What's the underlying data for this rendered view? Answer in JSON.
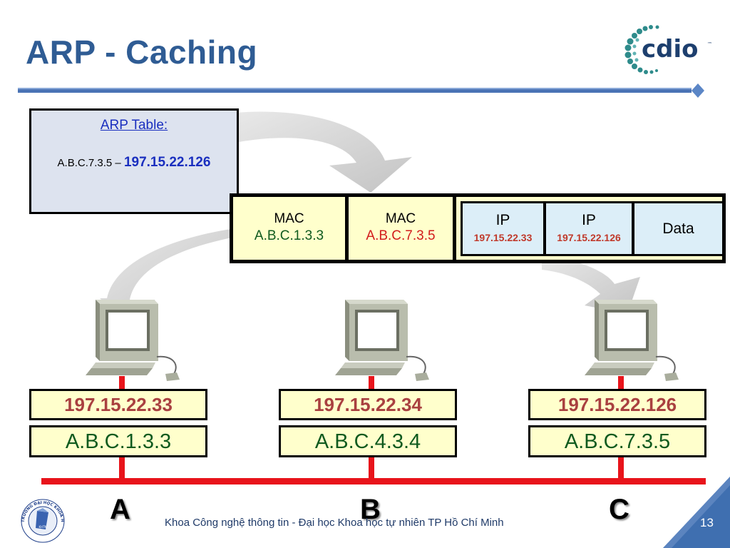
{
  "slide": {
    "title": "ARP - Caching",
    "footer": "Khoa Công nghệ thông tin - Đại học Khoa học tự nhiên TP Hồ Chí Minh",
    "page_number": "13"
  },
  "logos": {
    "cdio_text": "cdio",
    "cdio_tm": "™",
    "university_seal": "TRƯỜNG ĐẠI HỌC KHOA HỌC TỰ NHIÊN • TP. HỒ CHÍ MINH • KHTN"
  },
  "arp_table": {
    "title": "ARP Table:",
    "entry_mac": "A.B.C.7.3.5 – ",
    "entry_ip": "197.15.22.126"
  },
  "frame": {
    "src_mac_label": "MAC",
    "src_mac": "A.B.C.1.3.3",
    "dst_mac_label": "MAC",
    "dst_mac": "A.B.C.7.3.5",
    "src_ip_label": "IP",
    "src_ip": "197.15.22.33",
    "dst_ip_label": "IP",
    "dst_ip": "197.15.22.126",
    "data_label": "Data"
  },
  "hosts": [
    {
      "label": "A",
      "ip": "197.15.22.33",
      "mac": "A.B.C.1.3.3"
    },
    {
      "label": "B",
      "ip": "197.15.22.34",
      "mac": "A.B.C.4.3.4"
    },
    {
      "label": "C",
      "ip": "197.15.22.126",
      "mac": "A.B.C.7.3.5"
    }
  ],
  "colors": {
    "title": "#2f5c94",
    "network_line": "#e8141b",
    "ip_text": "#a94040",
    "mac_text": "#0f5a1e",
    "box_fill": "#ffffcc",
    "arp_fill": "#dde3ef",
    "ip_cell_fill": "#dceef8"
  }
}
